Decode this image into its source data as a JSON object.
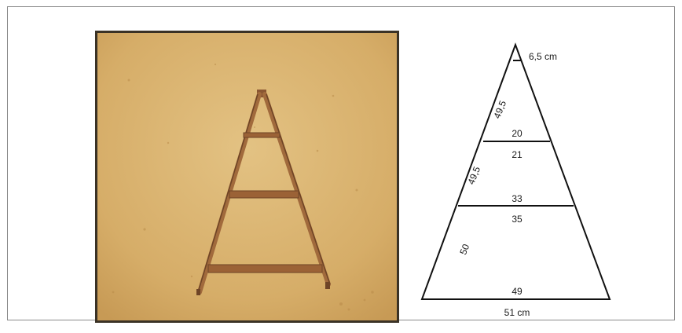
{
  "figure": {
    "photo": {
      "subject": "wooden-a-frame-ladder-on-sand",
      "colors": {
        "sand": "#d9b370",
        "sand_shadow": "#c79a55",
        "wood": "#a16a3c",
        "wood_dark": "#6e4426",
        "border": "#3a3226"
      }
    },
    "diagram": {
      "top_width_label": "6,5 cm",
      "upper_side_label": "49,5",
      "rung1_upper_label": "20",
      "rung1_lower_label": "21",
      "middle_side_label": "49,5",
      "rung2_upper_label": "33",
      "rung2_lower_label": "35",
      "lower_side_label": "50",
      "base_inner_label": "49",
      "base_width_label": "51 cm",
      "line_color": "#111111"
    }
  }
}
